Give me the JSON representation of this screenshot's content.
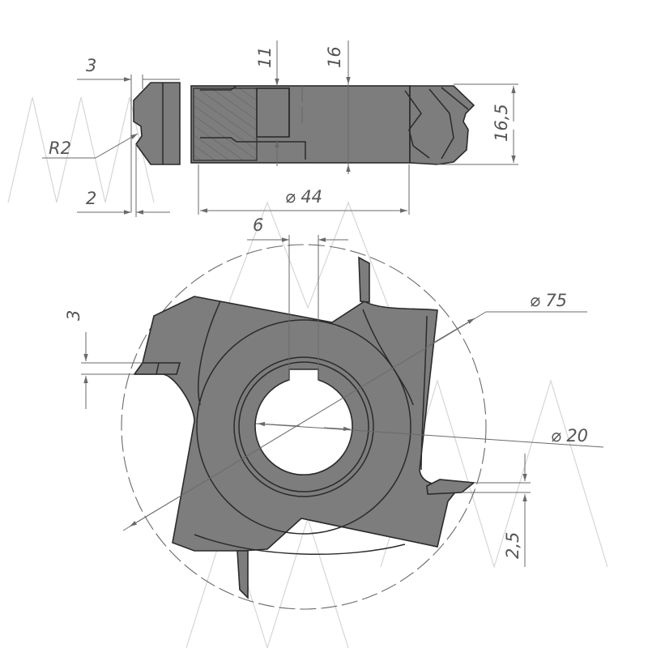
{
  "colors": {
    "part_fill": "#7d7d7d",
    "outline": "#2b2b2b",
    "dimension": "#6a6a6a",
    "text": "#555555",
    "watermark": "#d6d6d6"
  },
  "watermark_logo": "MMM",
  "side_view": {
    "dims": {
      "edge_width": "3",
      "radius": "R2",
      "tip_offset": "2",
      "hub_dia_11": "11",
      "mid_16": "16",
      "height": "16,5",
      "dia_44": "⌀ 44"
    }
  },
  "front_view": {
    "dims": {
      "key_width": "6",
      "outer_dia": "⌀ 75",
      "bore_dia": "⌀ 20",
      "tooth_3": "3",
      "tooth_2_5": "2,5"
    }
  }
}
